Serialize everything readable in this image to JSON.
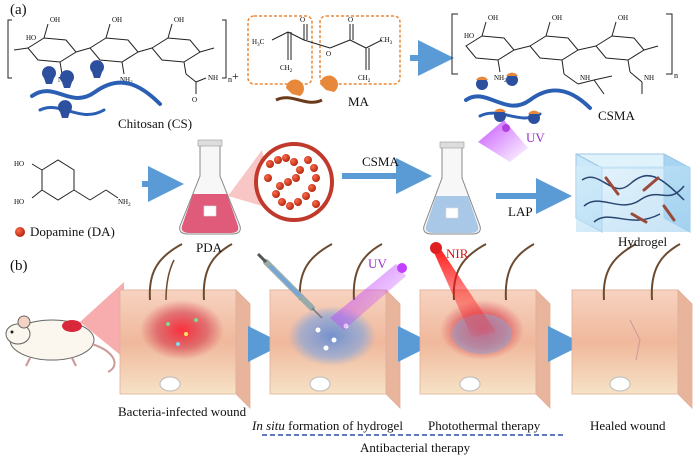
{
  "panel_a": {
    "label": "(a)",
    "chitosan": "Chitosan (CS)",
    "ma": "MA",
    "csma": "CSMA",
    "dopamine": "Dopamine (DA)",
    "pda": "PDA",
    "csma_arrow": "CSMA",
    "lap": "LAP",
    "uv": "UV",
    "hydrogel": "Hydrogel",
    "chem": {
      "oh": "OH",
      "ho": "HO",
      "nh2": "NH",
      "sub2": "2",
      "nh": "NH",
      "n": "n",
      "plus": "+",
      "o": "O",
      "h3c": "H",
      "sub3": "3",
      "c": "C",
      "ch2": "CH",
      "h2n": "H",
      "n_atom": "N"
    }
  },
  "panel_b": {
    "label": "(b)",
    "uv": "UV",
    "nir": "NIR",
    "cap1": "Bacteria-infected wound",
    "cap2_italic": "In situ",
    "cap2_rest": " formation of hydrogel",
    "cap3": "Photothermal therapy",
    "cap4": "Healed wound",
    "footer": "Antibacterial therapy"
  },
  "colors": {
    "arrow": "#5b9bd5",
    "orange_box": "#e8883a",
    "pda_red": "#c0392b",
    "flask_red": "#e0607a",
    "flask_blue": "#a9c8e8",
    "hydrogel": "#bfe0f5",
    "uv": "#b040e0",
    "nir": "#e02020",
    "skin": "#f3c2a8",
    "wound": "#d8283a",
    "gel_blue": "#7fa8d8"
  }
}
